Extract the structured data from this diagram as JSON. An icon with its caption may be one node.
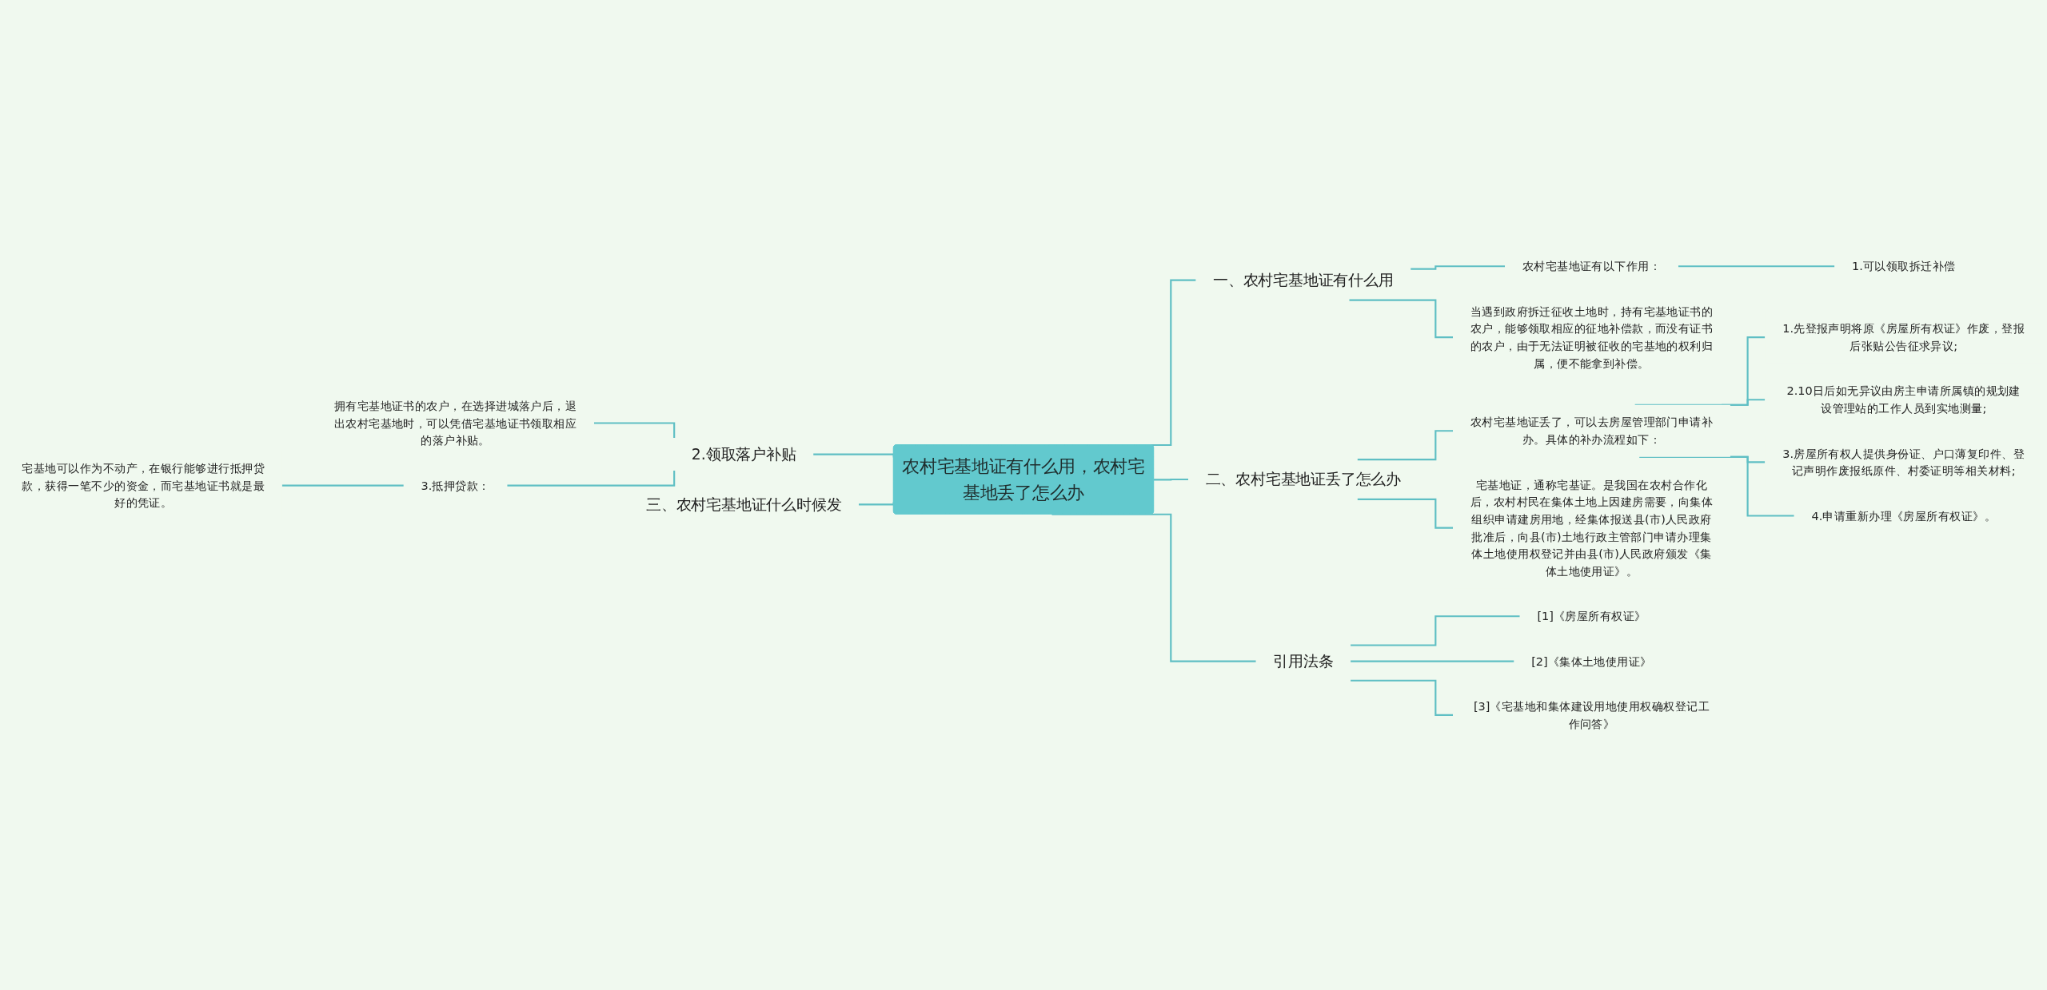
{
  "diagram": {
    "nodes": [
      {
        "text": [
          "农村宅基地证有什么用，农村宅基地丢了怎么办"
        ]
      },
      {
        "text": [
          "一、农村宅基地证有什么用"
        ]
      },
      {
        "text": [
          "农村宅基地证有以下作用："
        ]
      },
      {
        "text": [
          "1.可以领取拆迁补偿"
        ]
      },
      {
        "text": [
          "当遇到政府拆迁征收土地时，持有宅基地证书的农户，能够领取相应的征地补偿款，而没有证书的农户，由于无法证明被征收的宅基地的权利归属，便不能拿到补偿。"
        ]
      },
      {
        "text": [
          "二、农村宅基地证丢了怎么办"
        ]
      },
      {
        "text": [
          "农村宅基地证丢了，可以去房屋管理部门申请补办。具体的补办流程如下："
        ]
      },
      {
        "text": [
          "1.先登报声明将原《房屋所有权证》作废，登报后张贴公告征求异议;"
        ]
      },
      {
        "text": [
          "2.10日后如无异议由房主申请所属镇的规划建设管理站的工作人员到实地测量;"
        ]
      },
      {
        "text": [
          "3.房屋所有权人提供身份证、户口薄复印件、登记声明作废报纸原件、村委证明等相关材料;"
        ]
      },
      {
        "text": [
          "4.申请重新办理《房屋所有权证》。"
        ]
      },
      {
        "text": [
          "宅基地证，通称宅基证。是我国在农村合作化后，农村村民在集体土地上因建房需要，向集体组织申请建房用地，经集体报送县(市)人民政府批准后，向县(市)土地行政主管部门申请办理集体土地使用权登记并由县(市)人民政府颁发《集体土地使用证》。"
        ]
      },
      {
        "text": [
          "引用法条"
        ]
      },
      {
        "text": [
          "[1]《房屋所有权证》"
        ]
      },
      {
        "text": [
          "[2]《集体土地使用证》"
        ]
      },
      {
        "text": [
          "[3]《宅基地和集体建设用地使用权确权登记工作问答》"
        ]
      },
      {
        "text": [
          "2.领取落户补贴"
        ]
      },
      {
        "text": [
          "拥有宅基地证书的农户，在选择进城落户后，退出农村宅基地时，可以凭借宅基地证书领取相应的落户补贴。"
        ]
      },
      {
        "text": [
          "3.抵押贷款："
        ]
      },
      {
        "text": [
          "宅基地可以作为不动产，在银行能够进行抵押贷款，获得一笔不少的资金，而宅基地证书就是最好的凭证。"
        ]
      },
      {
        "text": [
          "三、农村宅基地证什么时候发"
        ]
      }
    ],
    "edges": [
      {
        "from": 0,
        "to": 1,
        "arrow": "none"
      },
      {
        "from": 1,
        "to": 2,
        "arrow": "none"
      },
      {
        "from": 2,
        "to": 3,
        "arrow": "none"
      },
      {
        "from": 1,
        "to": 4,
        "arrow": "none"
      },
      {
        "from": 0,
        "to": 5,
        "arrow": "none"
      },
      {
        "from": 5,
        "to": 6,
        "arrow": "none"
      },
      {
        "from": 6,
        "to": 7,
        "arrow": "none"
      },
      {
        "from": 6,
        "to": 8,
        "arrow": "none"
      },
      {
        "from": 6,
        "to": 9,
        "arrow": "none"
      },
      {
        "from": 6,
        "to": 10,
        "arrow": "none"
      },
      {
        "from": 5,
        "to": 11,
        "arrow": "none"
      },
      {
        "from": 0,
        "to": 12,
        "arrow": "none"
      },
      {
        "from": 12,
        "to": 13,
        "arrow": "none"
      },
      {
        "from": 12,
        "to": 14,
        "arrow": "none"
      },
      {
        "from": 12,
        "to": 15,
        "arrow": "none"
      },
      {
        "from": 0,
        "to": 16,
        "arrow": "none"
      },
      {
        "from": 16,
        "to": 17,
        "arrow": "none"
      },
      {
        "from": 16,
        "to": 18,
        "arrow": "none"
      },
      {
        "from": 18,
        "to": 19,
        "arrow": "none"
      },
      {
        "from": 0,
        "to": 20,
        "arrow": "none"
      }
    ]
  }
}
